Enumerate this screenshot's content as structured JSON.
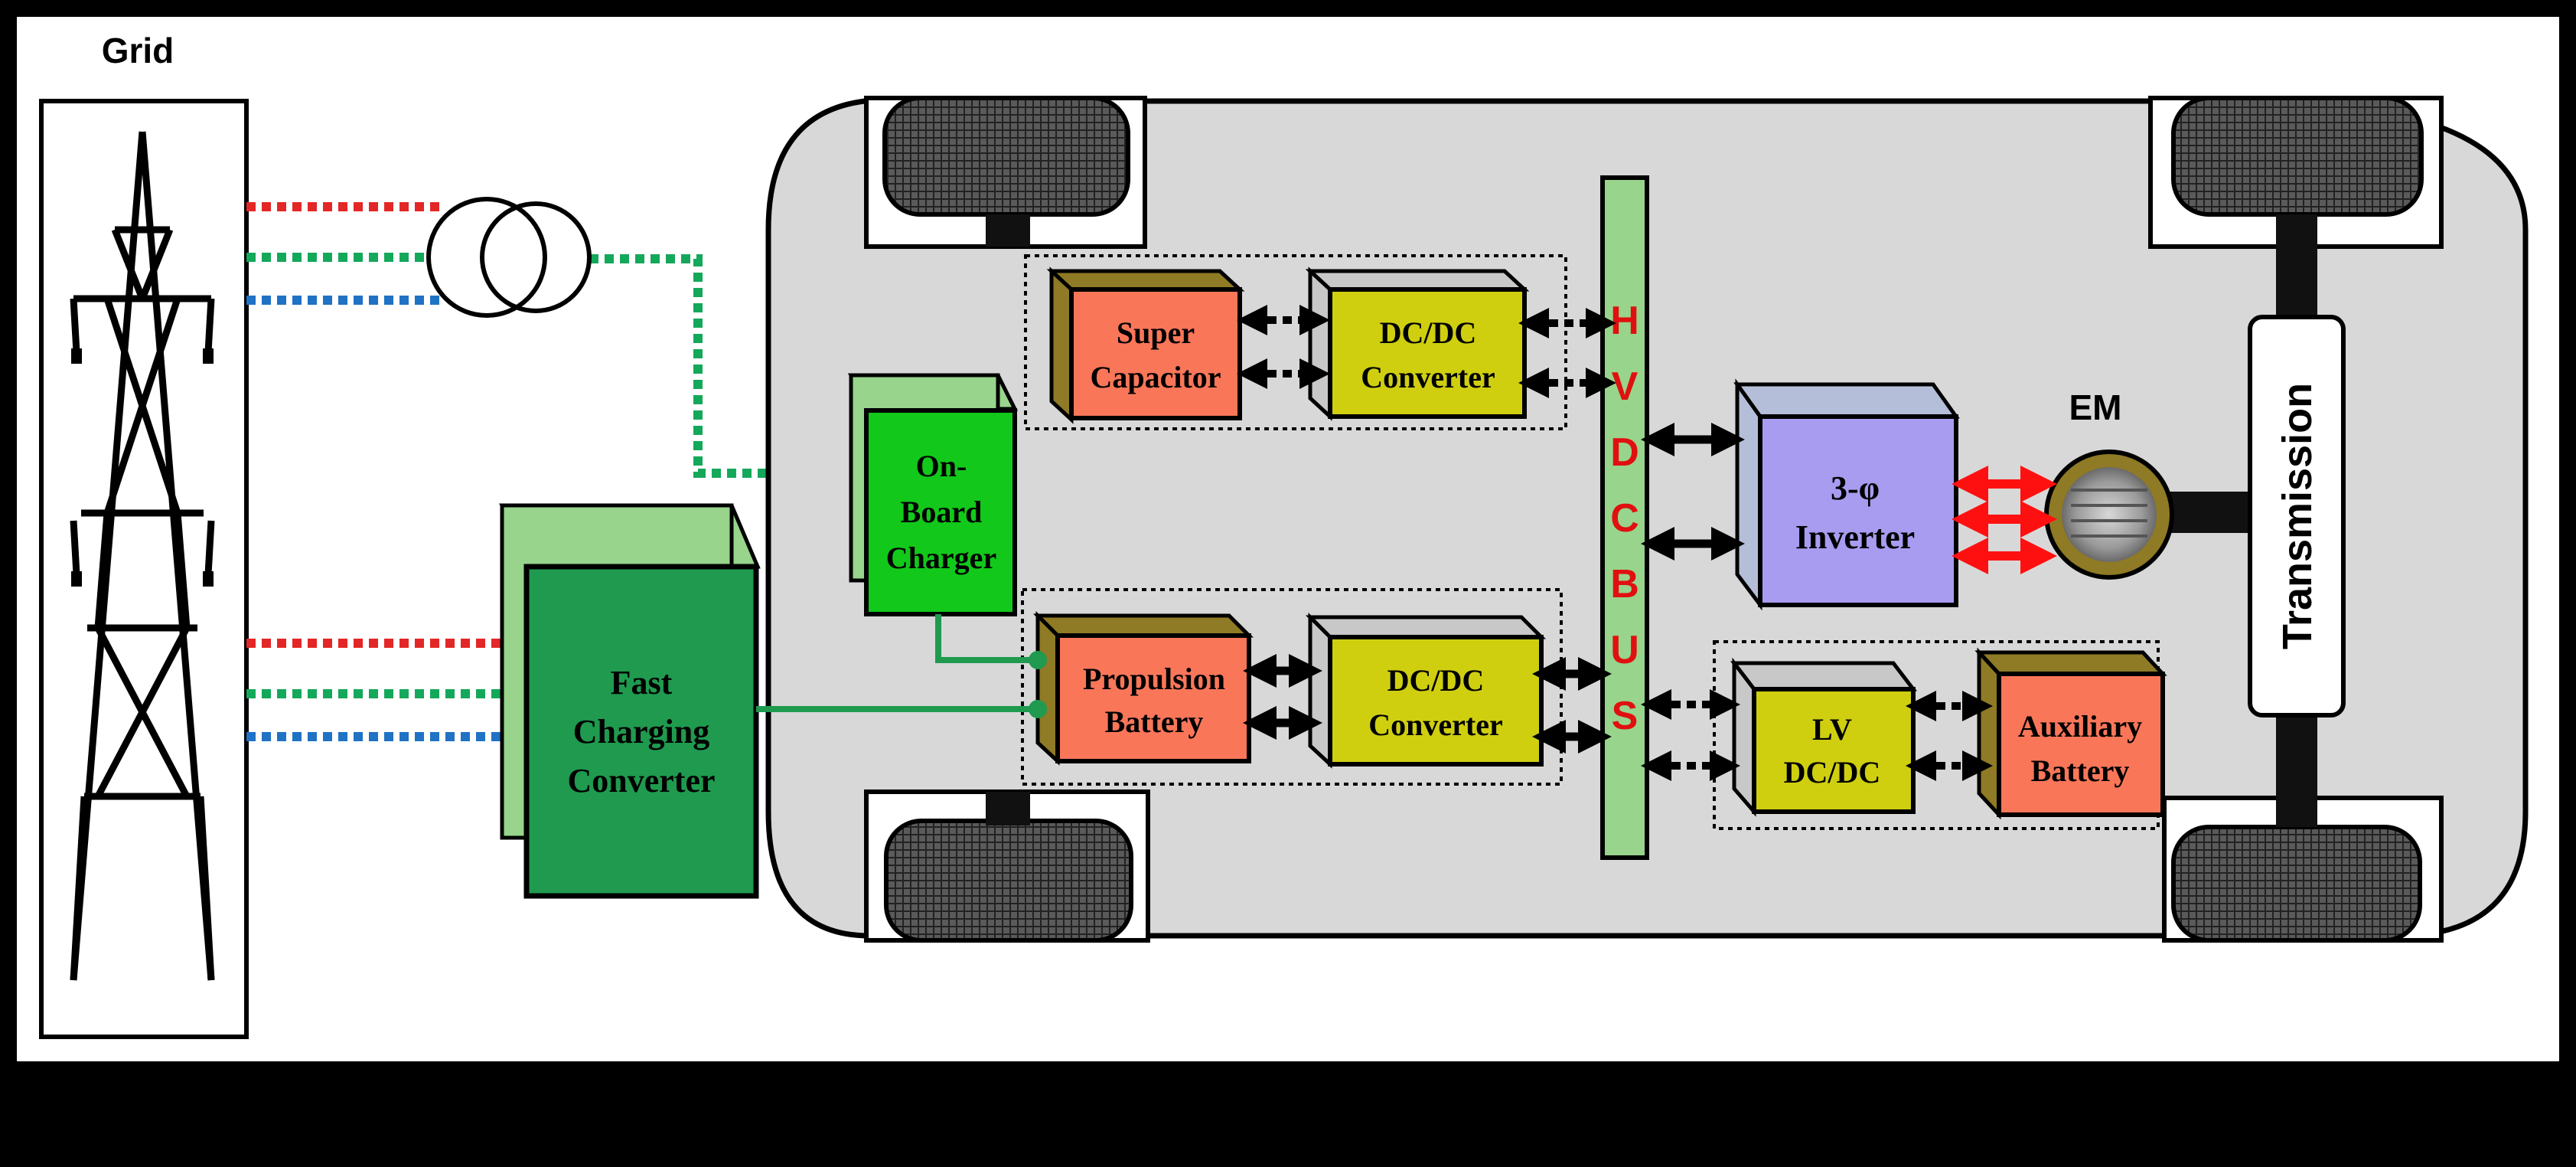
{
  "grid": {
    "label": "Grid"
  },
  "blocks": {
    "super_capacitor": [
      "Super",
      "Capacitor"
    ],
    "dcdc_top": [
      "DC/DC",
      "Converter"
    ],
    "on_board_charger": [
      "On-",
      "Board",
      "Charger"
    ],
    "fast_charging": [
      "Fast",
      "Charging",
      "Converter"
    ],
    "propulsion_battery": [
      "Propulsion",
      "Battery"
    ],
    "dcdc_bottom": [
      "DC/DC",
      "Converter"
    ],
    "inverter": [
      "3-φ",
      "Inverter"
    ],
    "lv_dcdc": [
      "LV",
      "DC/DC"
    ],
    "auxiliary_battery": [
      "Auxiliary",
      "Battery"
    ]
  },
  "bus": {
    "letters": [
      "H",
      "V",
      "D",
      "C",
      "B",
      "U",
      "S"
    ]
  },
  "motor": {
    "label": "EM"
  },
  "transmission": {
    "label": "Transmission"
  },
  "colors": {
    "phase_red": "#e32626",
    "phase_green": "#14a85a",
    "phase_blue": "#1f72c4",
    "orange_block": "#fa7659",
    "yellow_block": "#cfcf10",
    "dark_green": "#1f9a4f",
    "light_green": "#98d48c",
    "purple": "#a79cf0",
    "bus_green": "#98d48c",
    "bus_text": "#e01010",
    "chassis": "#d8d8d8"
  }
}
